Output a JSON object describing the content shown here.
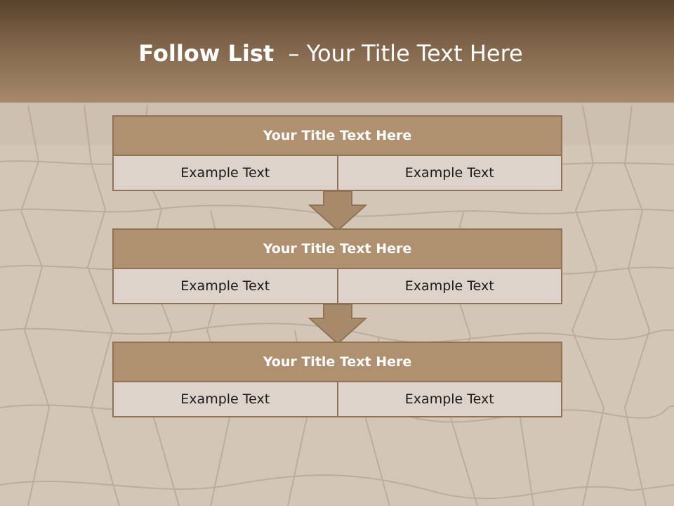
{
  "header": {
    "title_bold": "Follow List",
    "title_rest": "  – Your Title Text Here"
  },
  "blocks": [
    {
      "title": "Your Title Text Here",
      "left": "Example Text",
      "right": "Example Text"
    },
    {
      "title": "Your Title Text Here",
      "left": "Example Text",
      "right": "Example Text"
    },
    {
      "title": "Your Title Text Here",
      "left": "Example Text",
      "right": "Example Text"
    }
  ],
  "colors": {
    "header_dark": "#58432c",
    "accent": "#b0916f",
    "cell_bg": "#ddd3cb",
    "border": "#8e7356"
  }
}
